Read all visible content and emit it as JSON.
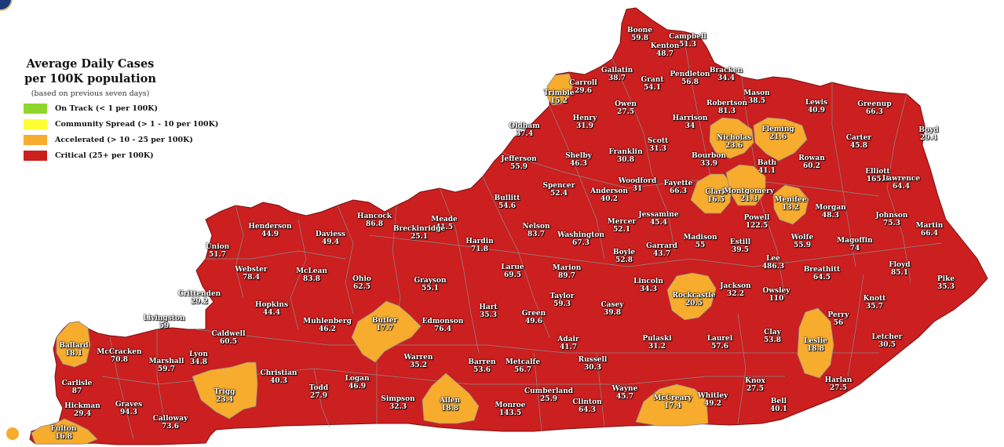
{
  "legend": {
    "title_line1": "Average Daily Cases",
    "title_line2": "per 100K population",
    "subtitle": "(based on previous seven days)",
    "items": [
      {
        "label": "On Track (< 1 per 100K)",
        "color": "#8fd62c"
      },
      {
        "label": "Community Spread (> 1 - 10 per 100K)",
        "color": "#ffff33"
      },
      {
        "label": "Accelerated (> 10 - 25 per 100K)",
        "color": "#f7ac2e"
      },
      {
        "label": "Critical (25+ per 100K)",
        "color": "#cc1f1f"
      }
    ]
  },
  "colors": {
    "critical": "#cc1f1f",
    "accelerated": "#f7ac2e",
    "border": "#8a8a8a",
    "background": "#ffffff"
  },
  "counties": [
    {
      "name": "Boone",
      "value": "59.8",
      "level": "critical"
    },
    {
      "name": "Campbell",
      "value": "51.3",
      "level": "critical"
    },
    {
      "name": "Kenton",
      "value": "48.7",
      "level": "critical"
    },
    {
      "name": "Gallatin",
      "value": "38.7",
      "level": "critical"
    },
    {
      "name": "Carroll",
      "value": "29.6",
      "level": "critical"
    },
    {
      "name": "Trimble",
      "value": "15.2",
      "level": "accelerated"
    },
    {
      "name": "Grant",
      "value": "54.1",
      "level": "critical"
    },
    {
      "name": "Pendleton",
      "value": "56.8",
      "level": "critical"
    },
    {
      "name": "Bracken",
      "value": "34.4",
      "level": "critical"
    },
    {
      "name": "Mason",
      "value": "38.5",
      "level": "critical"
    },
    {
      "name": "Robertson",
      "value": "81.3",
      "level": "critical"
    },
    {
      "name": "Owen",
      "value": "27.5",
      "level": "critical"
    },
    {
      "name": "Henry",
      "value": "31.9",
      "level": "critical"
    },
    {
      "name": "Oldham",
      "value": "37.4",
      "level": "critical"
    },
    {
      "name": "Harrison",
      "value": "34",
      "level": "critical"
    },
    {
      "name": "Lewis",
      "value": "40.9",
      "level": "critical"
    },
    {
      "name": "Greenup",
      "value": "66.3",
      "level": "critical"
    },
    {
      "name": "Fleming",
      "value": "21.6",
      "level": "accelerated"
    },
    {
      "name": "Nicholas",
      "value": "23.6",
      "level": "accelerated"
    },
    {
      "name": "Carter",
      "value": "45.8",
      "level": "critical"
    },
    {
      "name": "Boyd",
      "value": "29.4",
      "level": "critical"
    },
    {
      "name": "Scott",
      "value": "31.3",
      "level": "critical"
    },
    {
      "name": "Franklin",
      "value": "30.8",
      "level": "critical"
    },
    {
      "name": "Shelby",
      "value": "46.3",
      "level": "critical"
    },
    {
      "name": "Jefferson",
      "value": "55.9",
      "level": "critical"
    },
    {
      "name": "Bourbon",
      "value": "33.9",
      "level": "critical"
    },
    {
      "name": "Bath",
      "value": "41.1",
      "level": "critical"
    },
    {
      "name": "Rowan",
      "value": "60.2",
      "level": "critical"
    },
    {
      "name": "Elliott",
      "value": "165.3",
      "level": "critical"
    },
    {
      "name": "Lawrence",
      "value": "64.4",
      "level": "critical"
    },
    {
      "name": "Spencer",
      "value": "52.4",
      "level": "critical"
    },
    {
      "name": "Woodford",
      "value": "31",
      "level": "critical"
    },
    {
      "name": "Fayette",
      "value": "66.3",
      "level": "critical"
    },
    {
      "name": "Anderson",
      "value": "40.2",
      "level": "critical"
    },
    {
      "name": "Clark",
      "value": "16.5",
      "level": "accelerated"
    },
    {
      "name": "Montgomery",
      "value": "21.3",
      "level": "accelerated"
    },
    {
      "name": "Menifee",
      "value": "13.2",
      "level": "accelerated"
    },
    {
      "name": "Meade",
      "value": "41.5",
      "level": "critical"
    },
    {
      "name": "Bullitt",
      "value": "54.6",
      "level": "critical"
    },
    {
      "name": "Hancock",
      "value": "86.8",
      "level": "critical"
    },
    {
      "name": "Breckinridge",
      "value": "25.1",
      "level": "critical"
    },
    {
      "name": "Henderson",
      "value": "44.9",
      "level": "critical"
    },
    {
      "name": "Daviess",
      "value": "49.4",
      "level": "critical"
    },
    {
      "name": "Nelson",
      "value": "83.7",
      "level": "critical"
    },
    {
      "name": "Washington",
      "value": "67.3",
      "level": "critical"
    },
    {
      "name": "Mercer",
      "value": "52.1",
      "level": "critical"
    },
    {
      "name": "Jessamine",
      "value": "45.4",
      "level": "critical"
    },
    {
      "name": "Powell",
      "value": "122.5",
      "level": "critical"
    },
    {
      "name": "Morgan",
      "value": "48.3",
      "level": "critical"
    },
    {
      "name": "Johnson",
      "value": "75.3",
      "level": "critical"
    },
    {
      "name": "Martin",
      "value": "66.4",
      "level": "critical"
    },
    {
      "name": "Hardin",
      "value": "71.8",
      "level": "critical"
    },
    {
      "name": "Union",
      "value": "51.7",
      "level": "critical"
    },
    {
      "name": "Madison",
      "value": "55",
      "level": "critical"
    },
    {
      "name": "Estill",
      "value": "39.5",
      "level": "critical"
    },
    {
      "name": "Wolfe",
      "value": "55.9",
      "level": "critical"
    },
    {
      "name": "Magoffin",
      "value": "74",
      "level": "critical"
    },
    {
      "name": "Garrard",
      "value": "43.7",
      "level": "critical"
    },
    {
      "name": "Boyle",
      "value": "52.8",
      "level": "critical"
    },
    {
      "name": "Lee",
      "value": "486.3",
      "level": "critical"
    },
    {
      "name": "Webster",
      "value": "78.4",
      "level": "critical"
    },
    {
      "name": "McLean",
      "value": "83.8",
      "level": "critical"
    },
    {
      "name": "Larue",
      "value": "69.5",
      "level": "critical"
    },
    {
      "name": "Marion",
      "value": "89.7",
      "level": "critical"
    },
    {
      "name": "Floyd",
      "value": "85.1",
      "level": "critical"
    },
    {
      "name": "Breathitt",
      "value": "64.5",
      "level": "critical"
    },
    {
      "name": "Ohio",
      "value": "62.5",
      "level": "critical"
    },
    {
      "name": "Grayson",
      "value": "55.1",
      "level": "critical"
    },
    {
      "name": "Lincoln",
      "value": "34.3",
      "level": "critical"
    },
    {
      "name": "Crittenden",
      "value": "29.2",
      "level": "critical"
    },
    {
      "name": "Taylor",
      "value": "59.3",
      "level": "critical"
    },
    {
      "name": "Rockcastle",
      "value": "20.5",
      "level": "accelerated"
    },
    {
      "name": "Jackson",
      "value": "32.2",
      "level": "critical"
    },
    {
      "name": "Owsley",
      "value": "110",
      "level": "critical"
    },
    {
      "name": "Pike",
      "value": "35.3",
      "level": "critical"
    },
    {
      "name": "Hopkins",
      "value": "44.4",
      "level": "critical"
    },
    {
      "name": "Hart",
      "value": "35.3",
      "level": "critical"
    },
    {
      "name": "Casey",
      "value": "39.8",
      "level": "critical"
    },
    {
      "name": "Knott",
      "value": "35.7",
      "level": "critical"
    },
    {
      "name": "Perry",
      "value": "56",
      "level": "critical"
    },
    {
      "name": "Livingston",
      "value": "59",
      "level": "critical"
    },
    {
      "name": "Muhlenberg",
      "value": "46.2",
      "level": "critical"
    },
    {
      "name": "Butler",
      "value": "17.7",
      "level": "accelerated"
    },
    {
      "name": "Edmonson",
      "value": "76.4",
      "level": "critical"
    },
    {
      "name": "Green",
      "value": "49.6",
      "level": "critical"
    },
    {
      "name": "Caldwell",
      "value": "60.5",
      "level": "critical"
    },
    {
      "name": "Ballard",
      "value": "18.1",
      "level": "accelerated"
    },
    {
      "name": "McCracken",
      "value": "70.8",
      "level": "critical"
    },
    {
      "name": "Adair",
      "value": "41.7",
      "level": "critical"
    },
    {
      "name": "Pulaski",
      "value": "31.2",
      "level": "critical"
    },
    {
      "name": "Laurel",
      "value": "57.6",
      "level": "critical"
    },
    {
      "name": "Clay",
      "value": "53.8",
      "level": "critical"
    },
    {
      "name": "Leslie",
      "value": "18.8",
      "level": "accelerated"
    },
    {
      "name": "Letcher",
      "value": "30.5",
      "level": "critical"
    },
    {
      "name": "Lyon",
      "value": "34.8",
      "level": "critical"
    },
    {
      "name": "Warren",
      "value": "35.2",
      "level": "critical"
    },
    {
      "name": "Russell",
      "value": "30.3",
      "level": "critical"
    },
    {
      "name": "Marshall",
      "value": "59.7",
      "level": "critical"
    },
    {
      "name": "Christian",
      "value": "40.3",
      "level": "critical"
    },
    {
      "name": "Barren",
      "value": "53.6",
      "level": "critical"
    },
    {
      "name": "Metcalfe",
      "value": "56.7",
      "level": "critical"
    },
    {
      "name": "Carlisle",
      "value": "87",
      "level": "critical"
    },
    {
      "name": "Trigg",
      "value": "23.4",
      "level": "accelerated"
    },
    {
      "name": "Todd",
      "value": "27.9",
      "level": "critical"
    },
    {
      "name": "Logan",
      "value": "46.9",
      "level": "critical"
    },
    {
      "name": "Harlan",
      "value": "27.5",
      "level": "critical"
    },
    {
      "name": "Knox",
      "value": "27.5",
      "level": "critical"
    },
    {
      "name": "Wayne",
      "value": "45.7",
      "level": "critical"
    },
    {
      "name": "Cumberland",
      "value": "25.9",
      "level": "critical"
    },
    {
      "name": "Graves",
      "value": "94.3",
      "level": "critical"
    },
    {
      "name": "Hickman",
      "value": "29.4",
      "level": "critical"
    },
    {
      "name": "Simpson",
      "value": "32.3",
      "level": "critical"
    },
    {
      "name": "Allen",
      "value": "18.8",
      "level": "accelerated"
    },
    {
      "name": "Monroe",
      "value": "143.5",
      "level": "critical"
    },
    {
      "name": "Clinton",
      "value": "64.3",
      "level": "critical"
    },
    {
      "name": "McCreary",
      "value": "17.4",
      "level": "accelerated"
    },
    {
      "name": "Whitley",
      "value": "49.2",
      "level": "critical"
    },
    {
      "name": "Bell",
      "value": "40.1",
      "level": "critical"
    },
    {
      "name": "Calloway",
      "value": "73.6",
      "level": "critical"
    },
    {
      "name": "Fulton",
      "value": "16.8",
      "level": "accelerated"
    }
  ]
}
